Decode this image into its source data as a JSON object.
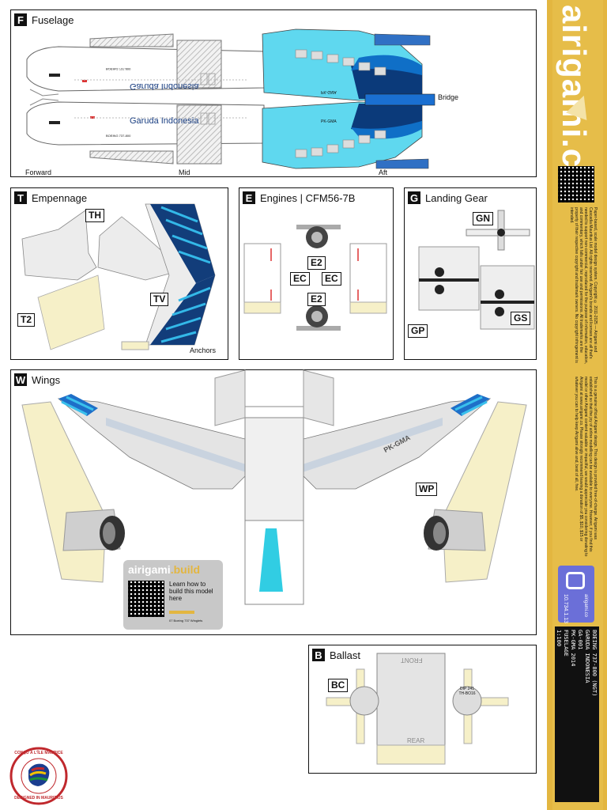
{
  "fuselage": {
    "letter": "F",
    "title": "Fuselage",
    "positions": [
      "Forward",
      "Mid",
      "Aft"
    ],
    "bridge_label": "Bridge",
    "livery_text": "Garuda Indonesia",
    "livery_text_mirrored": "Garuda Indonesia",
    "registration": "PK-GMA",
    "small_text_top": "BOEING 737-800",
    "small_text_bottom": "BOEING 737-800"
  },
  "empennage": {
    "letter": "T",
    "title": "Empennage",
    "parts": [
      "TH",
      "TV",
      "T2"
    ],
    "anchors_label": "Anchors"
  },
  "engines": {
    "letter": "E",
    "title": "Engines | CFM56-7B",
    "parts": [
      "E2",
      "EC",
      "EC",
      "E2"
    ]
  },
  "landing_gear": {
    "letter": "G",
    "title": "Landing Gear",
    "parts": [
      "GN",
      "GP",
      "GS"
    ]
  },
  "wings": {
    "letter": "W",
    "title": "Wings",
    "part_wp": "WP",
    "registration": "PK-GMA",
    "promo": {
      "brand": "airigami.build",
      "brand_prefix": "airigami",
      "brand_suffix": ".build",
      "text": "Learn how to build this model here",
      "caption": "07 Boeing 737 Winglets"
    }
  },
  "ballast": {
    "letter": "B",
    "title": "Ballast",
    "part_bc": "BC",
    "front_label": "FRONT",
    "rear_label": "REAR",
    "center_text": "DIP 241 TH-BO16"
  },
  "seal": {
    "top_text": "CONÇU À L'ÎLE MAURICE",
    "bottom_text": "DESIGNED IN MAURITIUS"
  },
  "sidebar": {
    "brand": "airigami.co",
    "copyright": "Paper-based, scale model design system. Copyright © 2011-2025 — Airigami and Cascadia Mauritius Ltd. All rights reserved. Airigami's brands and licenses are all that's needed to support non-commercial, reproduced for the purpose of information, education, and commentary, which falls under fair use and permissions. All trademarks are the property of their respective copyright and trademark owners. No copyright infringement is intended.",
    "notice": "This is a genuine official Airigami design. This design is provided free-of-charge. Airigami was established so that the joy of airline modelling can be available to everyone. However, if you find this model or other Airigami content valuable or impactful, we would appreciate you considering donating to Airigami at www.airigami.co. Please strongly recommend leaving a donation of $5, $10, $15 or whatever you can to help keep Airigami alive and, best of all, free.",
    "version": "10.734.1.13",
    "version_brand": "airigami.co",
    "ladder": [
      "BOEING 737-800 (NGT)",
      "GARUDA INDONESIA",
      "GA-001",
      "PK-GMA 2014",
      "FUSELAGE",
      "1:100"
    ]
  }
}
